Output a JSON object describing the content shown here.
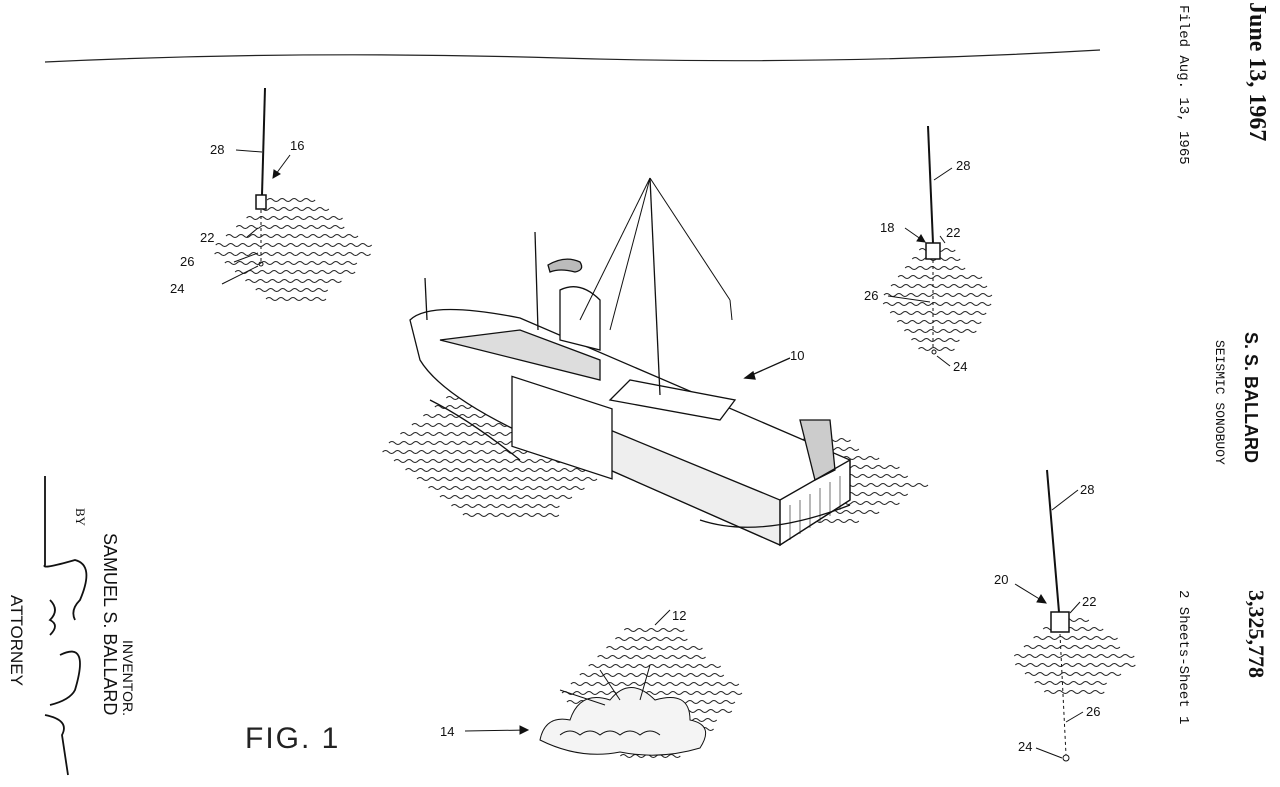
{
  "header": {
    "date": "June 13, 1967",
    "filed": "Filed Aug. 13, 1965",
    "inventor_short": "S. S. BALLARD",
    "title": "SEISMIC SONOBUOY",
    "patent_number": "3,325,778",
    "sheets": "2 Sheets-Sheet 1"
  },
  "signature_block": {
    "inventor_label": "INVENTOR.",
    "inventor_name": "SAMUEL S. BALLARD",
    "by": "BY",
    "attorney_label": "ATTORNEY"
  },
  "figure": {
    "label": "FIG. 1",
    "refs": {
      "buoy16": {
        "antenna": "28",
        "buoy": "16",
        "float": "22",
        "cable": "26",
        "sensor": "24"
      },
      "buoy18": {
        "antenna": "28",
        "buoy": "18",
        "float": "22",
        "cable": "26",
        "sensor": "24"
      },
      "buoy20": {
        "antenna": "28",
        "buoy": "20",
        "float": "22",
        "cable": "26",
        "sensor": "24"
      },
      "ship": "10",
      "water": "12",
      "explosion": "14"
    }
  }
}
